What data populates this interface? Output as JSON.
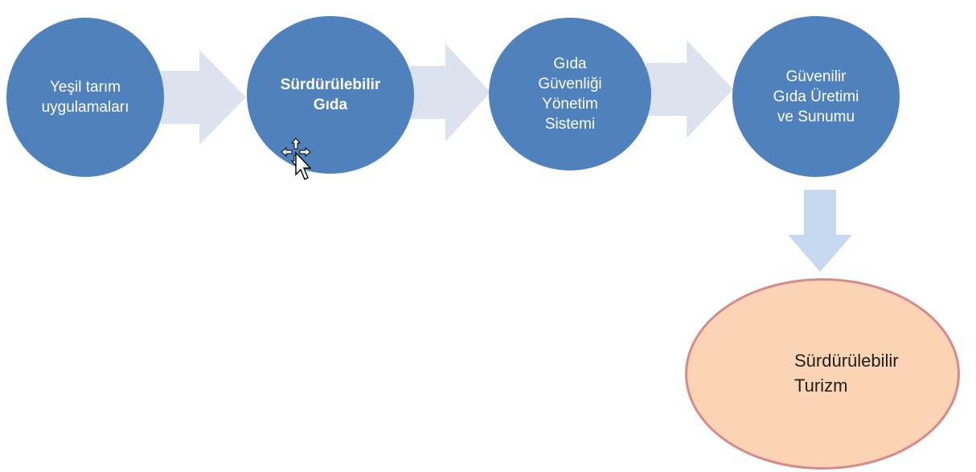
{
  "diagram": {
    "nodes": [
      {
        "id": "yesil-tarim",
        "text": "Yeşil tarım\nuygulamaları"
      },
      {
        "id": "surdurulebilir-gida",
        "text": "Sürdürülebilir\nGıda"
      },
      {
        "id": "gida-guvenligi",
        "text": "Gıda\nGüvenliği\nYönetim\nSistemi"
      },
      {
        "id": "guvenilir-gida",
        "text": "Güvenilir\nGıda Üretimi\nve Sunumu"
      }
    ],
    "result_node": {
      "text": "Sürdürülebilir\nTurizm"
    },
    "colors": {
      "node_fill": "#4f81bd",
      "arrow_fill": "#dce3ef",
      "down_arrow_fill": "#c6d9f1",
      "result_fill": "#fad4b4",
      "result_border": "#d8898a"
    },
    "edges": [
      {
        "from": "yesil-tarim",
        "to": "surdurulebilir-gida"
      },
      {
        "from": "surdurulebilir-gida",
        "to": "gida-guvenligi"
      },
      {
        "from": "gida-guvenligi",
        "to": "guvenilir-gida"
      },
      {
        "from": "guvenilir-gida",
        "to": "surdurulebilir-turizm"
      }
    ],
    "cursor_icon": "move-cursor-icon"
  }
}
